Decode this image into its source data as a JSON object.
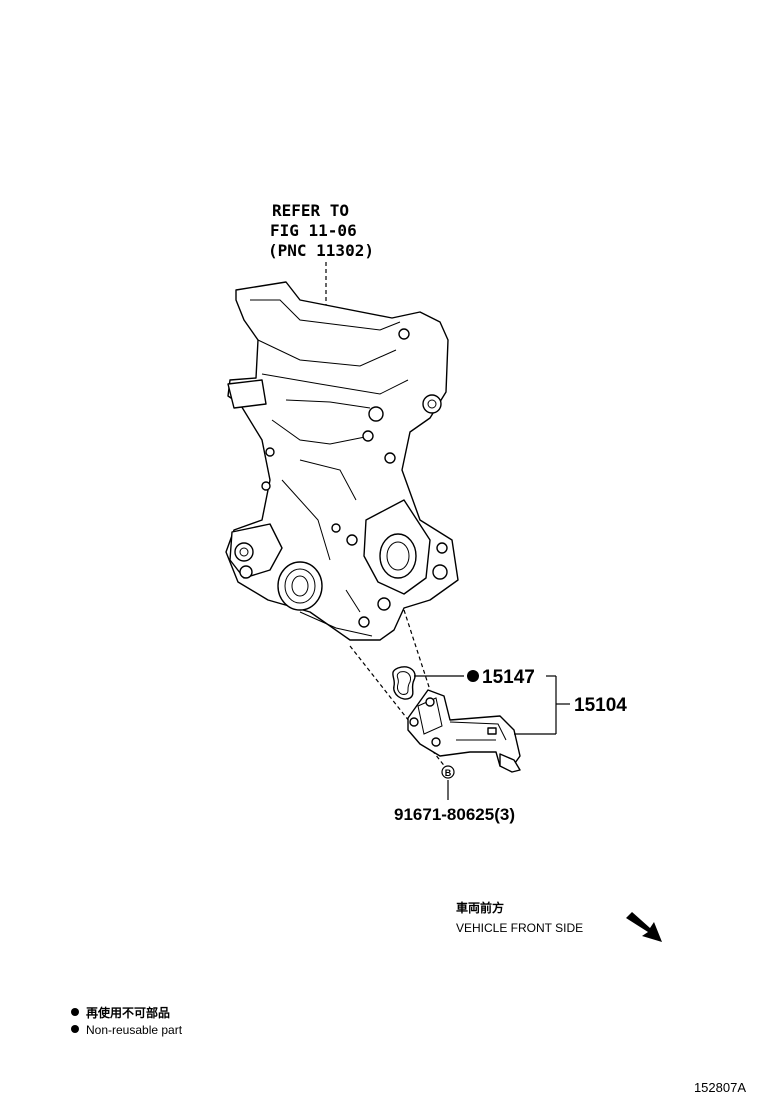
{
  "reference": {
    "line1": "REFER TO",
    "line2": "FIG 11-06",
    "line3": "(PNC 11302)"
  },
  "callouts": {
    "gasket": "15147",
    "assembly": "15104",
    "bolt": "91671-80625(3)",
    "bolt_marker": "B"
  },
  "direction": {
    "label_jp": "車両前方",
    "label_en": "VEHICLE FRONT SIDE"
  },
  "legend": {
    "line_jp": "再使用不可部品",
    "line_en": "Non-reusable part"
  },
  "illustration_id": "152807A"
}
